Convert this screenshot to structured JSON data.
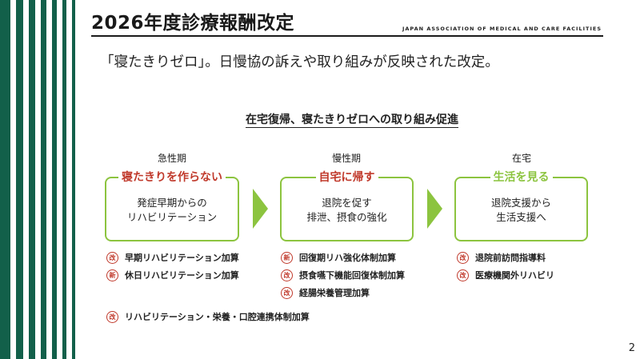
{
  "title": "2026年度診療報酬改定",
  "org": "JAPAN ASSOCIATION OF MEDICAL AND CARE FACILITIES",
  "lead": "「寝たきりゼロ」。日慢協の訴えや取り組みが反映された改定。",
  "section_title": "在宅復帰、寝たきりゼロへの取り組み促進",
  "colors": {
    "accent_green": "#8cc43f",
    "accent_red": "#c0392b",
    "stripe_dark": "#12604a"
  },
  "phases": [
    {
      "name": "急性期",
      "label": "寝たきりを作らない",
      "label_color": "#c0392b",
      "body1": "発症早期からの",
      "body2": "リハビリテーション"
    },
    {
      "name": "慢性期",
      "label": "自宅に帰す",
      "label_color": "#c0392b",
      "body1": "退院を促す",
      "body2": "排泄、摂食の強化"
    },
    {
      "name": "在宅",
      "label": "生活を見る",
      "label_color": "#8cc43f",
      "body1": "退院支援から",
      "body2": "生活支援へ"
    }
  ],
  "items": {
    "acute": [
      {
        "badge": "改",
        "text": "早期リハビリテーション加算"
      },
      {
        "badge": "新",
        "text": "休日リハビリテーション加算"
      }
    ],
    "chronic": [
      {
        "badge": "新",
        "text": "回復期リハ強化体制加算"
      },
      {
        "badge": "改",
        "text": "摂食嚥下機能回復体制加算"
      },
      {
        "badge": "改",
        "text": "経腸栄養管理加算"
      }
    ],
    "home": [
      {
        "badge": "改",
        "text": "退院前訪問指導料"
      },
      {
        "badge": "改",
        "text": "医療機関外リハビリ"
      }
    ],
    "bottom": {
      "badge": "改",
      "text": "リハビリテーション・栄養・口腔連携体制加算"
    }
  },
  "page_number": "2"
}
